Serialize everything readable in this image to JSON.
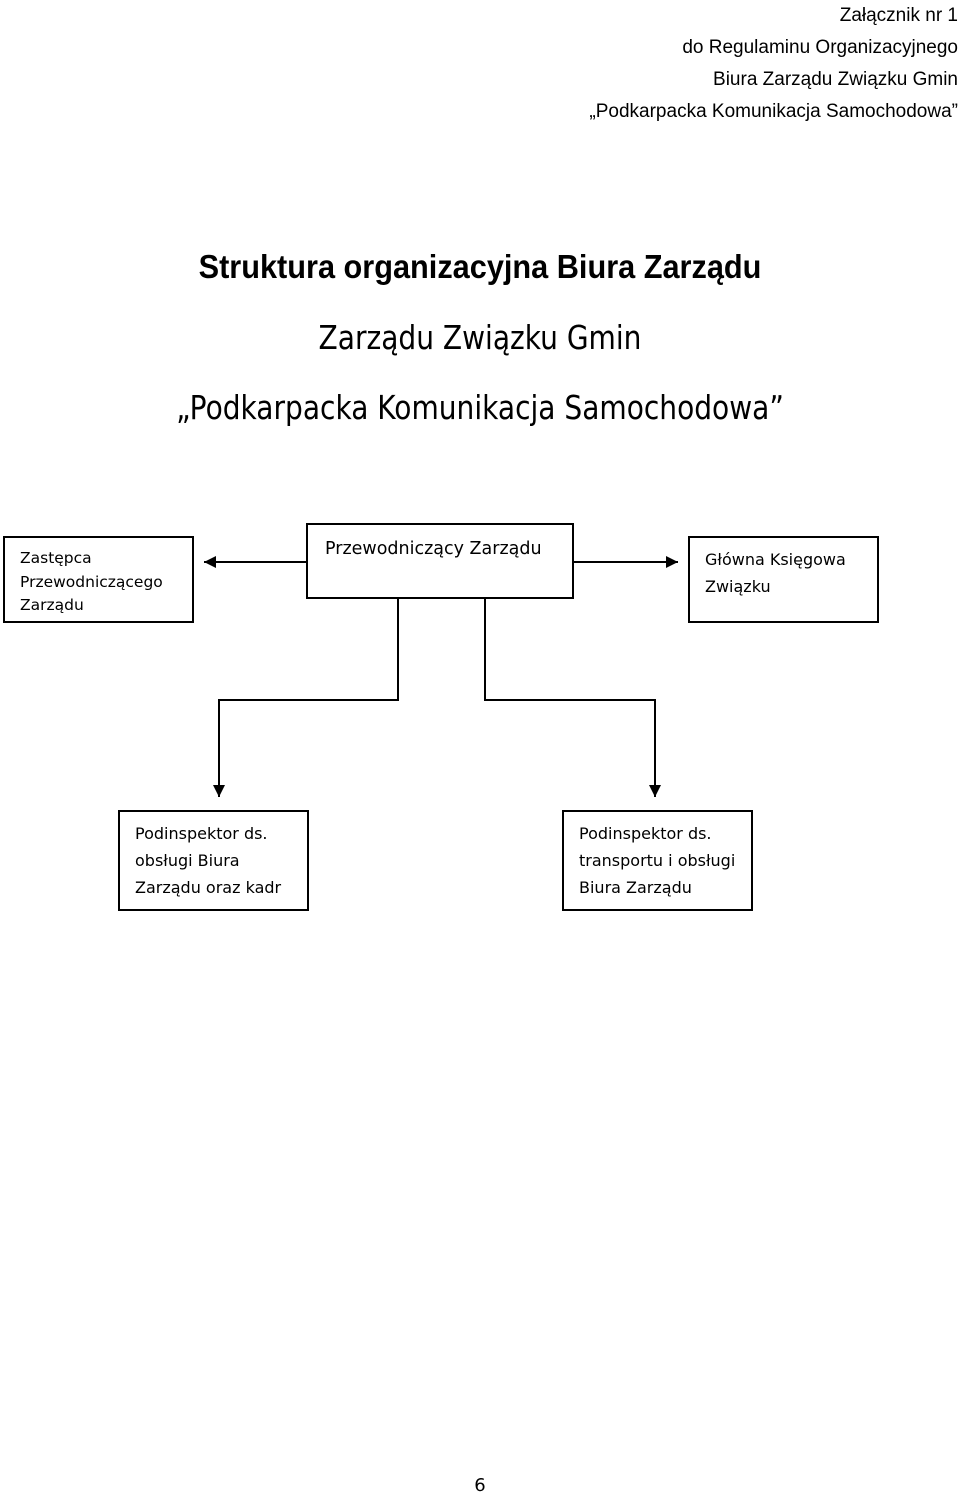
{
  "annex": {
    "lines": [
      "Załącznik nr 1",
      "do Regulaminu Organizacyjnego",
      "Biura Zarządu Związku Gmin",
      "„Podkarpacka Komunikacja Samochodowa”"
    ]
  },
  "heading": {
    "title": "Struktura organizacyjna Biura Zarządu",
    "subtitle_line1": "Zarządu Związku Gmin",
    "subtitle_line2": "„Podkarpacka Komunikacja Samochodowa”"
  },
  "org_chart": {
    "chairman": {
      "lines": [
        "Przewodniczący Zarządu"
      ]
    },
    "deputy": {
      "lines": [
        "Zastępca",
        "Przewodniczącego",
        "Zarządu"
      ]
    },
    "chief_accountant": {
      "lines": [
        "Główna Księgowa",
        "Związku"
      ]
    },
    "office_inspector": {
      "lines": [
        "Podinspektor ds.",
        "obsługi Biura",
        "Zarządu oraz kadr"
      ]
    },
    "transport_inspector": {
      "lines": [
        "Podinspektor ds.",
        "transportu i obsługi",
        "Biura Zarządu"
      ]
    }
  },
  "footer": {
    "page_number": "6"
  }
}
